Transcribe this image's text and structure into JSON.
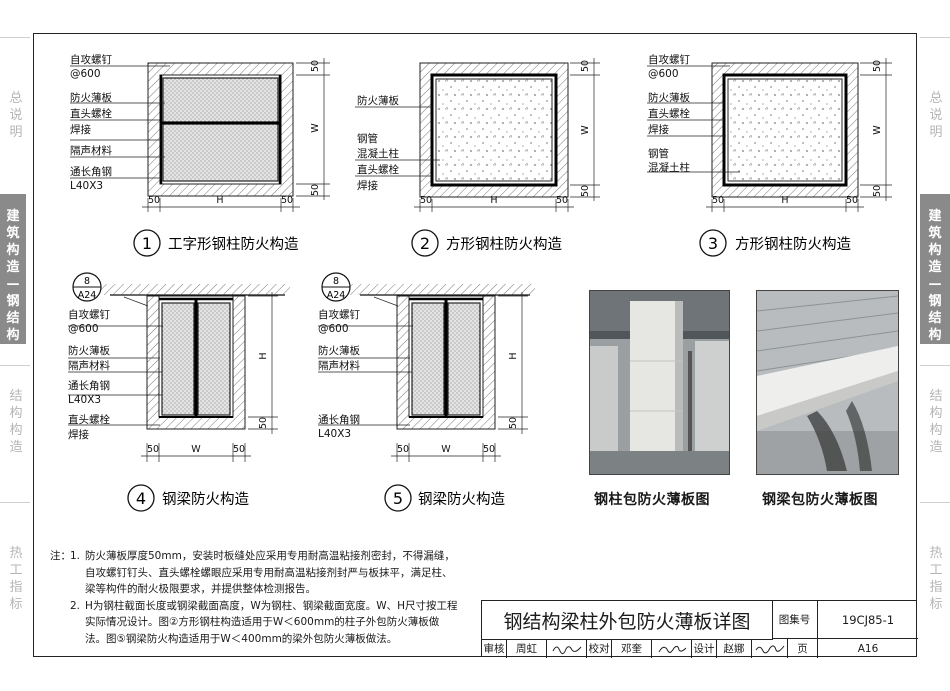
{
  "side_tabs": [
    {
      "label": "总说明",
      "active": false
    },
    {
      "label": "建筑构造—钢结构",
      "active": true
    },
    {
      "label": "结构构造",
      "active": false
    },
    {
      "label": "热工指标",
      "active": false
    }
  ],
  "d1": {
    "labels": [
      "自攻螺钉",
      "@600",
      "防火薄板",
      "直头螺栓",
      "焊接",
      "隔声材料",
      "通长角钢",
      "L40X3"
    ],
    "dims": {
      "top": "50",
      "mid": "W",
      "bot": "50",
      "left": "50",
      "center": "H",
      "right": "50"
    },
    "num": "1",
    "caption": "工字形钢柱防火构造"
  },
  "d2": {
    "labels": [
      "防火薄板",
      "钢管",
      "混凝土柱",
      "直头螺栓",
      "焊接"
    ],
    "dims": {
      "top": "50",
      "mid": "W",
      "bot": "50",
      "left": "50",
      "center": "H",
      "right": "50"
    },
    "num": "2",
    "caption": "方形钢柱防火构造"
  },
  "d3": {
    "labels": [
      "自攻螺钉",
      "@600",
      "防火薄板",
      "直头螺栓",
      "焊接",
      "钢管",
      "混凝土柱"
    ],
    "dims": {
      "top": "50",
      "mid": "W",
      "bot": "50",
      "left": "50",
      "center": "H",
      "right": "50"
    },
    "num": "3",
    "caption": "方形钢柱防火构造"
  },
  "d4": {
    "ref_top": "8",
    "ref_bot": "A24",
    "labels": [
      "自攻螺钉",
      "@600",
      "防火薄板",
      "隔声材料",
      "通长角钢",
      "L40X3",
      "直头螺栓",
      "焊接"
    ],
    "dims": {
      "mid": "H",
      "bot": "50",
      "left": "50",
      "center": "W",
      "right": "50"
    },
    "num": "4",
    "caption": "钢梁防火构造"
  },
  "d5": {
    "ref_top": "8",
    "ref_bot": "A24",
    "labels": [
      "自攻螺钉",
      "@600",
      "防火薄板",
      "隔声材料",
      "通长角钢",
      "L40X3"
    ],
    "dims": {
      "mid": "H",
      "bot": "50",
      "left": "50",
      "center": "W",
      "right": "50"
    },
    "num": "5",
    "caption": "钢梁防火构造"
  },
  "photos": {
    "col_caption": "钢柱包防火薄板图",
    "beam_caption": "钢梁包防火薄板图"
  },
  "notes": {
    "lead": "注：",
    "items": [
      {
        "num": "1.",
        "lines": [
          "防火薄板厚度50mm，安装时板缝处应采用专用耐高温粘接剂密封，不得漏缝，",
          "自攻螺钉钉头、直头螺栓螺眼应采用专用耐高温粘接剂封严与板抹平，满足柱、",
          "梁等构件的耐火极限要求，并提供整体检测报告。"
        ]
      },
      {
        "num": "2.",
        "lines": [
          "H为钢柱截面长度或钢梁截面高度，W为钢柱、钢梁截面宽度。W、H尺寸按工程",
          "实际情况设计。图②方形钢柱构造适用于W＜600mm的柱子外包防火薄板做",
          "法。图⑤钢梁防火构造适用于W＜400mm的梁外包防火薄板做法。"
        ]
      }
    ]
  },
  "titleblock": {
    "title": "钢结构梁柱外包防火薄板详图",
    "atlas_label": "图集号",
    "atlas_no": "19CJ85-1",
    "review_label": "审核",
    "review_name": "周虹",
    "check_label": "校对",
    "check_name": "邓奎",
    "design_label": "设计",
    "design_name": "赵娜",
    "page_label": "页",
    "page_no": "A16"
  }
}
